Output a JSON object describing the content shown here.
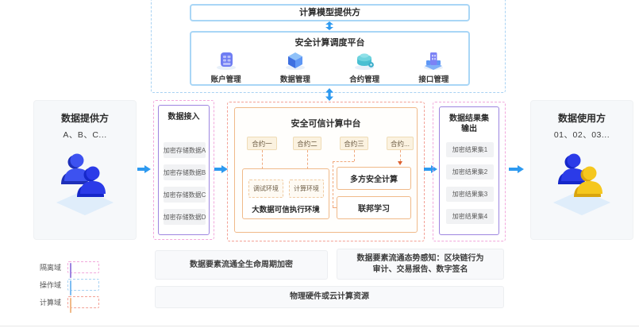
{
  "top": {
    "model_provider_label": "计算模型提供方",
    "scheduler": {
      "title": "安全计算调度平台",
      "modules": [
        {
          "label": "账户管理",
          "icon": "account-icon"
        },
        {
          "label": "数据管理",
          "icon": "data-cube-icon"
        },
        {
          "label": "合约管理",
          "icon": "contract-icon"
        },
        {
          "label": "接口管理",
          "icon": "interface-icon"
        }
      ]
    }
  },
  "left_panel": {
    "title": "数据提供方",
    "subtitle": "A、B、C..."
  },
  "access": {
    "title": "数据接入",
    "items": [
      "加密存储数据A",
      "加密存储数据B",
      "加密存储数据C",
      "加密存储数据D"
    ]
  },
  "center": {
    "title": "安全可信计算中台",
    "contracts": [
      "合约一",
      "合约二",
      "合约三",
      "合约..."
    ],
    "tee_title": "大数据可信执行环境",
    "environments": [
      "调试环境",
      "计算环境"
    ],
    "mpc_label": "多方安全计算",
    "federated_label": "联邦学习"
  },
  "output": {
    "title_line1": "数据结果集",
    "title_line2": "输出",
    "items": [
      "加密结果集1",
      "加密结果集2",
      "加密结果集3",
      "加密结果集4"
    ]
  },
  "right_panel": {
    "title": "数据使用方",
    "subtitle": "01、02、03..."
  },
  "bottom": {
    "lifecycle_encryption": "数据要素流通全生命周期加密",
    "awareness_line1": "数据要素流通态势感知：区块链行为",
    "awareness_line2": "审计、交易报告、数字签名",
    "infrastructure": "物理硬件或云计算资源"
  },
  "legend": {
    "items": [
      {
        "label": "隔离域",
        "style": "isolation"
      },
      {
        "label": "操作域",
        "style": "operation"
      },
      {
        "label": "计算域",
        "style": "compute"
      }
    ]
  },
  "colors": {
    "arrow_blue": "#2E9AF0",
    "operation_dashed": "#A8D2F3",
    "operation_solid": "#A9D6F6",
    "isolation_dashed": "#F2A8DC",
    "isolation_solid": "#9D85E0",
    "compute_dashed": "#F3A196",
    "compute_solid": "#F0BA8A",
    "connector_orange": "#DD5F2E"
  }
}
